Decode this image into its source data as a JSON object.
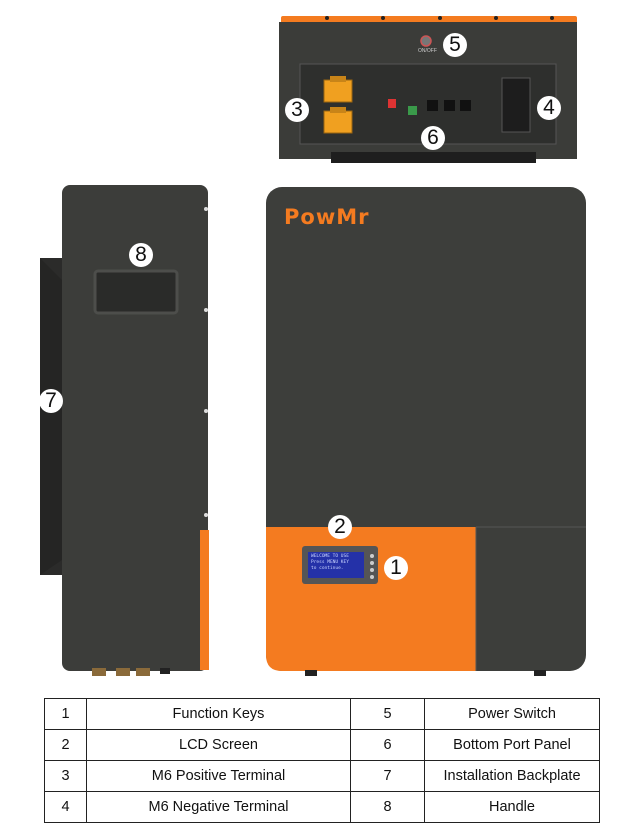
{
  "brand": "PowMr",
  "power_switch_label": "ON/OFF",
  "lcd": {
    "line1": "WELCOME TO USE",
    "line2": "Press MENU KEY",
    "line3": "to continue."
  },
  "callouts": [
    "1",
    "2",
    "3",
    "4",
    "5",
    "6",
    "7",
    "8"
  ],
  "legend": [
    {
      "n1": "1",
      "l1": "Function Keys",
      "n2": "5",
      "l2": "Power Switch"
    },
    {
      "n1": "2",
      "l1": "LCD Screen",
      "n2": "6",
      "l2": "Bottom Port Panel"
    },
    {
      "n1": "3",
      "l1": "M6 Positive Terminal",
      "n2": "7",
      "l2": "Installation Backplate"
    },
    {
      "n1": "4",
      "l1": "M6 Negative Terminal",
      "n2": "8",
      "l2": "Handle"
    }
  ],
  "colors": {
    "body": "#3d3e3b",
    "accent": "#f47b20",
    "lcd": "#2431a8"
  }
}
